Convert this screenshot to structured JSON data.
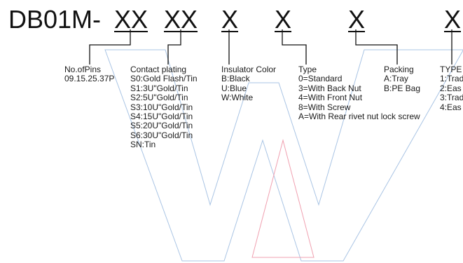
{
  "part_code": {
    "prefix": "DB01M-",
    "pins": "XX",
    "plating": "XX",
    "insulator": "X",
    "type": "X",
    "packing": "X",
    "type2": "X"
  },
  "groups": {
    "pins": {
      "title": "No.ofPins",
      "options": [
        "09.15.25.37P"
      ]
    },
    "plating": {
      "title": "Contact plating",
      "options": [
        "S0:Gold Flash/Tin",
        "S1:3U\"Gold/Tin",
        "S2:5U\"Gold/Tin",
        "S3:10U\"Gold/Tin",
        "S4:15U\"Gold/Tin",
        "S5:20U\"Gold/Tin",
        "S6:30U\"Gold/Tin",
        "SN:Tin"
      ]
    },
    "insulator": {
      "title": "Insulator Color",
      "options": [
        "B:Black",
        "U:Blue",
        "W:White"
      ]
    },
    "type": {
      "title": "Type",
      "options": [
        "0=Standard",
        "3=With Back Nut",
        "4=With Front Nut",
        "8=With Screw",
        "A=With Rear rivet nut lock screw"
      ]
    },
    "packing": {
      "title": "Packing",
      "options": [
        "A:Tray",
        "B:PE Bag"
      ]
    },
    "type2": {
      "title": "TYPE",
      "options": [
        "1:Trad",
        "2:Eas",
        "3:Trad",
        "4:Eas"
      ]
    }
  },
  "colors": {
    "watermark_outline": "#a9c4e4",
    "watermark_accent": "#f0a0b0",
    "text": "#1a1a1a",
    "leader_line": "#111111"
  }
}
